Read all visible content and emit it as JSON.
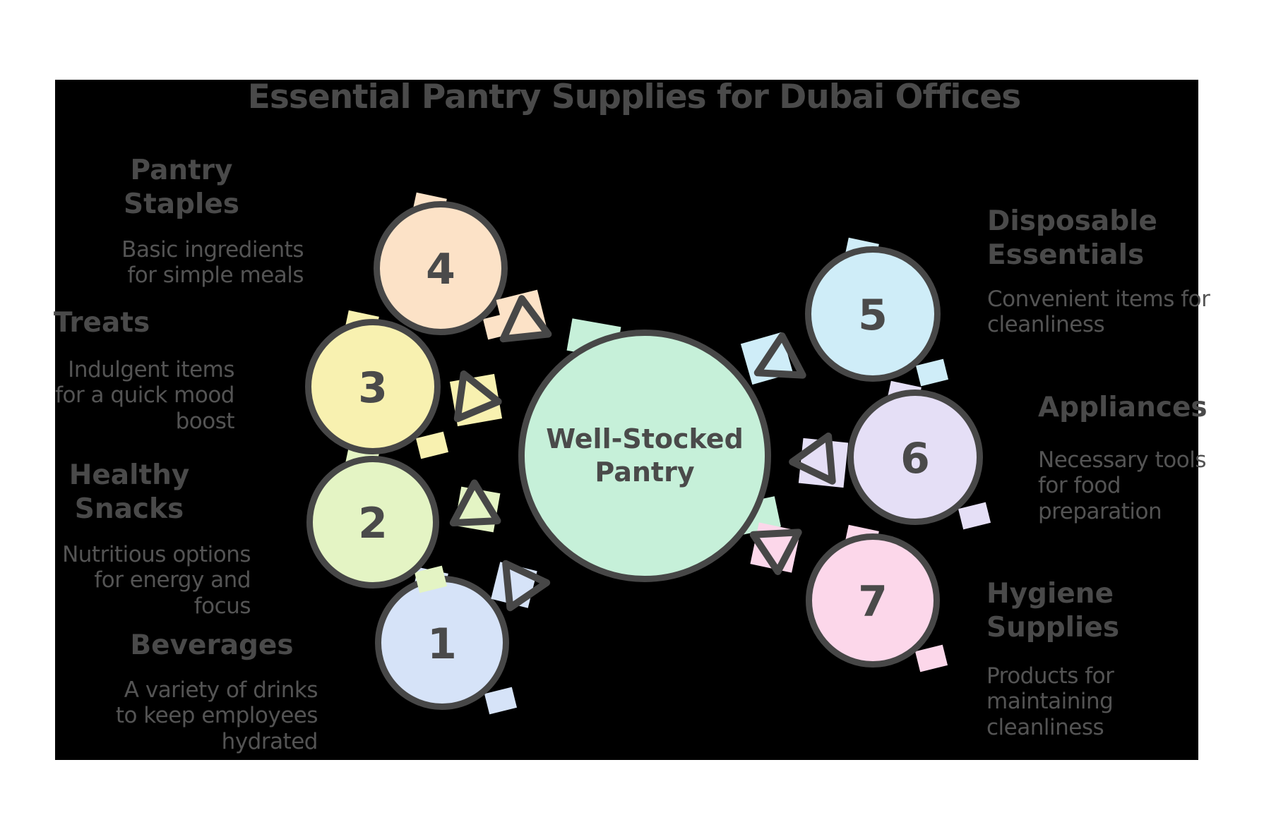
{
  "title": "Essential Pantry Supplies for Dubai Offices",
  "center": {
    "label": "Well-Stocked\nPantry",
    "color": "#c6f0d9"
  },
  "nodes": [
    {
      "number": "1",
      "heading": "Beverages",
      "description": "A variety of drinks\nto keep employees\nhydrated",
      "color": "#d6e3f8"
    },
    {
      "number": "2",
      "heading": "Healthy\nSnacks",
      "description": "Nutritious options\nfor energy and\nfocus",
      "color": "#e4f4c4"
    },
    {
      "number": "3",
      "heading": "Treats",
      "description": "Indulgent items\nfor a quick mood\nboost",
      "color": "#f8f1b0"
    },
    {
      "number": "4",
      "heading": "Pantry\nStaples",
      "description": "Basic ingredients\nfor simple meals",
      "color": "#fce2c7"
    },
    {
      "number": "5",
      "heading": "Disposable\nEssentials",
      "description": "Convenient items for\ncleanliness",
      "color": "#cfedf8"
    },
    {
      "number": "6",
      "heading": "Appliances",
      "description": "Necessary tools\nfor food\npreparation",
      "color": "#e5dff6"
    },
    {
      "number": "7",
      "heading": "Hygiene\nSupplies",
      "description": "Products for\nmaintaining\ncleanliness",
      "color": "#fcd7ea"
    }
  ],
  "colors": {
    "page": "#ffffff",
    "background": "#000000",
    "stroke": "#474747",
    "heading": "#4a4a4a",
    "text": "#545454"
  }
}
